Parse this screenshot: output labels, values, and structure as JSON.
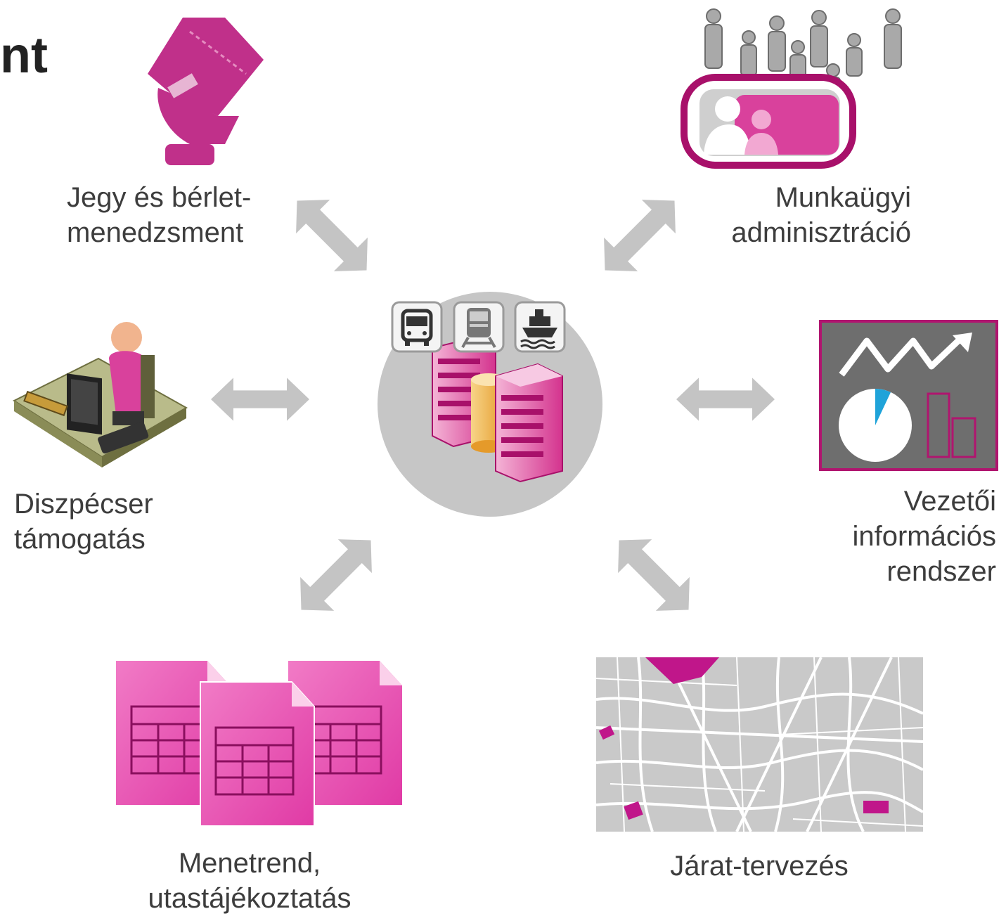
{
  "header": {
    "clipped_title": "nt"
  },
  "hub": {
    "mode_icons": [
      "bus-icon",
      "train-icon",
      "ship-icon"
    ],
    "icon": "server-database-icon"
  },
  "modules": [
    {
      "id": "ticketing",
      "lines": [
        "Jegy és bérlet-",
        "menedzsment"
      ],
      "icon": "ticket-hand-icon"
    },
    {
      "id": "hr",
      "lines": [
        "Munkaügyi",
        "adminisztráció"
      ],
      "icon": "staff-people-icon"
    },
    {
      "id": "dispatcher",
      "lines": [
        "Diszpécser",
        "támogatás"
      ],
      "icon": "dispatcher-desk-icon"
    },
    {
      "id": "mis",
      "lines": [
        "Vezetői",
        "információs",
        "rendszer"
      ],
      "icon": "analytics-chart-icon"
    },
    {
      "id": "timetable",
      "lines": [
        "Menetrend,",
        "utastájékoztatás"
      ],
      "icon": "timetable-documents-icon"
    },
    {
      "id": "route-planning",
      "lines": [
        "Járat-tervezés"
      ],
      "icon": "city-map-icon"
    }
  ],
  "colors": {
    "accent": "#c8177f",
    "arrow": "#c4c4c4",
    "hub": "#c6c6c6",
    "text": "#3d3d3d"
  }
}
